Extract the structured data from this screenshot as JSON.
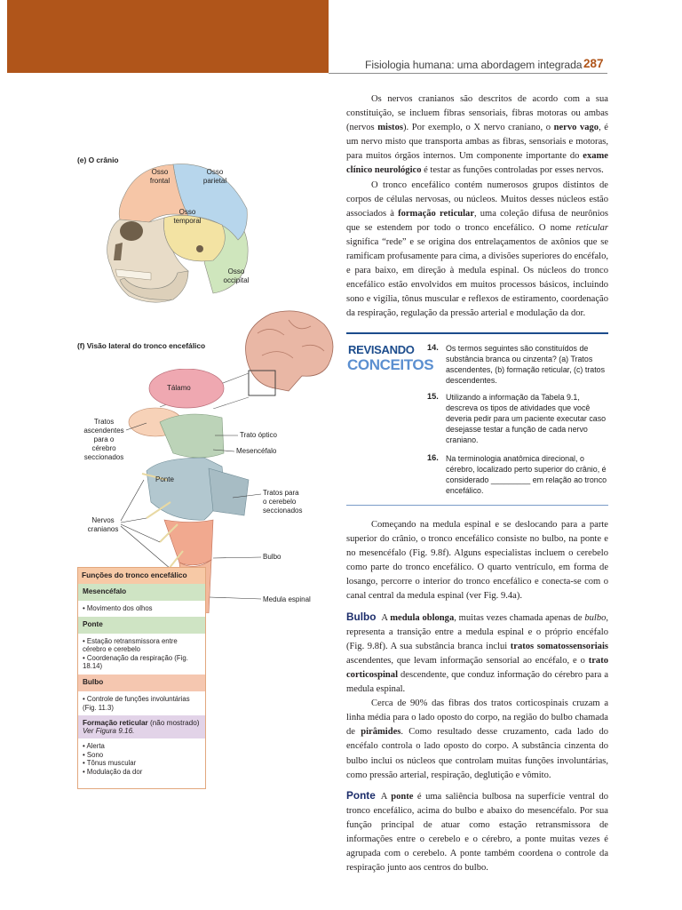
{
  "header": {
    "running_head": "Fisiologia humana: uma abordagem integrada",
    "page_number": "287",
    "accent_color": "#b0551a"
  },
  "figure_e": {
    "label": "(e) O crânio",
    "bones": [
      {
        "name": "Osso frontal",
        "color": "#f6c6a7"
      },
      {
        "name": "Osso parietal",
        "color": "#b7d6ec"
      },
      {
        "name": "Osso temporal",
        "color": "#f3e3a3"
      },
      {
        "name": "Osso occipital",
        "color": "#cfe6bd"
      }
    ],
    "labels": {
      "frontal_1": "Osso",
      "frontal_2": "frontal",
      "parietal_1": "Osso",
      "parietal_2": "parietal",
      "temporal_1": "Osso",
      "temporal_2": "temporal",
      "occipital_1": "Osso",
      "occipital_2": "occipital"
    }
  },
  "figure_f": {
    "label": "(f) Visão lateral do tronco encefálico",
    "labels": {
      "talamo": "Tálamo",
      "tratos_asc": [
        "Tratos",
        "ascendentes",
        "para o",
        "cérebro",
        "seccionados"
      ],
      "trato_optico": "Trato óptico",
      "mesencefalo": "Mesencéfalo",
      "ponte": "Ponte",
      "tratos_cerebelo": [
        "Tratos para",
        "o cerebelo",
        "seccionados"
      ],
      "nervos": [
        "Nervos",
        "cranianos"
      ],
      "bulbo": "Bulbo",
      "medula": "Medula espinal"
    }
  },
  "functions_box": {
    "title": "Funções do tronco encefálico",
    "sections": [
      {
        "name": "Mesencéfalo",
        "color": "#cfe4c4",
        "items": [
          "Movimento dos olhos"
        ]
      },
      {
        "name": "Ponte",
        "color": "#cfe4c4",
        "items": [
          "Estação retransmissora entre cérebro e cerebelo",
          "Coordenação da respiração (Fig. 18.14)"
        ]
      },
      {
        "name": "Bulbo",
        "color": "#f5c7b0",
        "items": [
          "Controle de funções involuntárias (Fig. 11.3)"
        ]
      }
    ],
    "reticular": {
      "name": "Formação reticular",
      "suffix": " (não mostrado)",
      "note": "Ver Figura 9.16.",
      "color": "#e2d3e8",
      "items": [
        "Alerta",
        "Sono",
        "Tônus muscular",
        "Modulação da dor"
      ]
    }
  },
  "text": {
    "p1": [
      {
        "t": "Os nervos cranianos são descritos de acordo com a sua constituição, se incluem fibras sensoriais, fibras motoras ou ambas (nervos "
      },
      {
        "t": "mistos",
        "b": true
      },
      {
        "t": "). Por exemplo, o X nervo craniano, o "
      },
      {
        "t": "nervo vago",
        "b": true
      },
      {
        "t": ", é um nervo misto que transporta ambas as fibras, sensoriais e motoras, para muitos órgãos internos. Um componente importante do "
      },
      {
        "t": "exame clínico neurológico",
        "b": true
      },
      {
        "t": " é testar as funções controladas por esses nervos."
      }
    ],
    "p2": [
      {
        "t": "O tronco encefálico contém numerosos grupos distintos de corpos de células nervosas, ou núcleos. Muitos desses núcleos estão associados à "
      },
      {
        "t": "formação reticular",
        "b": true
      },
      {
        "t": ", uma coleção difusa de neurônios que se estendem por todo o tronco encefálico. O nome "
      },
      {
        "t": "reticular",
        "i": true
      },
      {
        "t": " significa “rede” e se origina dos entrelaçamentos de axônios que se ramificam profusamente para cima, a divisões superiores do encéfalo, e para baixo, em direção à medula espinal. Os núcleos do tronco encefálico estão envolvidos em muitos processos básicos, incluindo sono e vigília, tônus muscular e reflexos de estiramento, coordenação da respiração, regulação da pressão arterial e modulação da dor."
      }
    ],
    "p3": [
      {
        "t": "Começando na medula espinal e se deslocando para a parte superior do crânio, o tronco encefálico consiste no bulbo, na ponte e no mesencéfalo (Fig. 9.8f). Alguns especialistas incluem o cerebelo como parte do tronco encefálico. O quarto ventrículo, em forma de losango, percorre o interior do tronco encefálico e conecta-se com o canal central da medula espinal (ver Fig. 9.4a)."
      }
    ],
    "bulbo_head": "Bulbo",
    "p4": [
      {
        "t": "A "
      },
      {
        "t": "medula oblonga",
        "b": true
      },
      {
        "t": ", muitas vezes chamada apenas de "
      },
      {
        "t": "bulbo",
        "i": true
      },
      {
        "t": ", representa a transição entre a medula espinal e o próprio encéfalo (Fig. 9.8f). A sua substância branca inclui "
      },
      {
        "t": "tratos somatossensoriais",
        "b": true
      },
      {
        "t": " ascendentes, que levam informação sensorial ao encéfalo, e o "
      },
      {
        "t": "trato corticospinal",
        "b": true
      },
      {
        "t": " descendente, que conduz informação do cérebro para a medula espinal."
      }
    ],
    "p5": [
      {
        "t": "Cerca de 90% das fibras dos tratos corticospinais cruzam a linha média para o lado oposto do corpo, na região do bulbo chamada de "
      },
      {
        "t": "pirâmides",
        "b": true
      },
      {
        "t": ". Como resultado desse cruzamento, cada lado do encéfalo controla o lado oposto do corpo. A substância cinzenta do bulbo inclui os núcleos que controlam muitas funções involuntárias, como pressão arterial, respiração, deglutição e vômito."
      }
    ],
    "ponte_head": "Ponte",
    "p6": [
      {
        "t": "A "
      },
      {
        "t": "ponte",
        "b": true
      },
      {
        "t": " é uma saliência bulbosa na superfície ventral do tronco encefálico, acima do bulbo e abaixo do mesencéfalo. Por sua função principal de atuar como estação retransmissora de informações entre o cerebelo e o cérebro, a ponte muitas vezes é agrupada com o cerebelo. A ponte também coordena o controle da respiração junto aos centros do bulbo."
      }
    ]
  },
  "review": {
    "title_line1": "REVISANDO",
    "title_line2": "CONCEITOS",
    "questions": [
      {
        "num": "14.",
        "text": "Os termos seguintes são constituídos de substância branca ou cinzenta? (a) Tratos ascendentes, (b) formação reticular, (c) tratos descendentes."
      },
      {
        "num": "15.",
        "text": "Utilizando a informação da Tabela 9.1, descreva os tipos de atividades que você deveria pedir para um paciente executar caso desejasse testar a função de cada nervo craniano."
      },
      {
        "num": "16.",
        "text": "Na terminologia anatômica direcional, o cérebro, localizado perto superior do crânio, é considerado _________ em relação ao tronco encefálico."
      }
    ]
  }
}
